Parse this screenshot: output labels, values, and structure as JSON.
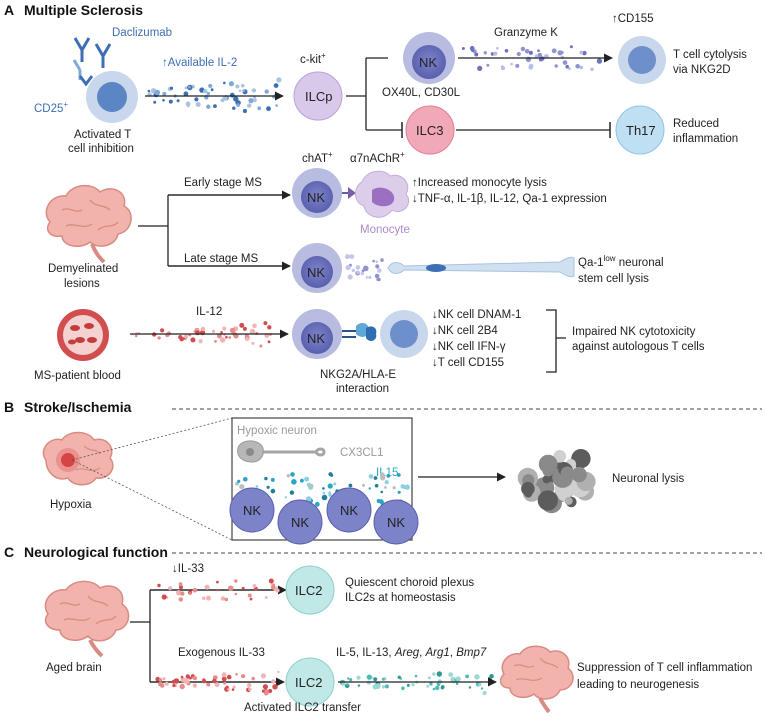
{
  "sections": {
    "a": {
      "letter": "A",
      "title": "Multiple Sclerosis"
    },
    "b": {
      "letter": "B",
      "title": "Stroke/Ischemia"
    },
    "c": {
      "letter": "C",
      "title": "Neurological function"
    }
  },
  "panel_a": {
    "daclizumab": "Daclizumab",
    "cd25": "CD25",
    "cd25_sup": "+",
    "activated_t_1": "Activated T",
    "activated_t_2": "cell inhibition",
    "available_il2": "↑Available IL-2",
    "ckit": "c-kit",
    "ckit_sup": "+",
    "ilcp": "ILCp",
    "nk": "NK",
    "granzyme": "Granzyme K",
    "cd155_up": "↑CD155",
    "cytolysis_1": "T cell cytolysis",
    "cytolysis_2": "via NKG2D",
    "ox40l": "OX40L, CD30L",
    "ilc3": "ILC3",
    "th17": "Th17",
    "reduced_1": "Reduced",
    "reduced_2": "inflammation",
    "chat": "chAT",
    "chat_sup": "+",
    "a7": "α7nAChR",
    "a7_sup": "+",
    "early": "Early stage MS",
    "late": "Late stage MS",
    "monocyte": "Monocyte",
    "mono_lysis": "↑Increased monocyte lysis",
    "tnf": "↓TNF-α, IL-1β, IL-12, Qa-1 expression",
    "demyel_1": "Demyelinated",
    "demyel_2": "lesions",
    "qa1_pre": "Qa-1",
    "qa1_sup": "low",
    "qa1_post": " neuronal",
    "stem": "stem cell lysis",
    "il12": "IL-12",
    "ms_blood": "MS-patient blood",
    "nkg2a_1": "NKG2A/HLA-E",
    "nkg2a_2": "interaction",
    "dnam": "↓NK cell DNAM-1",
    "b4": "↓NK cell 2B4",
    "ifn": "↓NK cell IFN-γ",
    "tcd155": "↓T cell CD155",
    "impaired_1": "Impaired NK cytotoxicity",
    "impaired_2": "against autologous T cells"
  },
  "panel_b": {
    "hypoxic": "Hypoxic neuron",
    "cx3cl1": "CX3CL1",
    "il15": "IL15",
    "nk": "NK",
    "hypoxia": "Hypoxia",
    "neuronal_lysis": "Neuronal lysis"
  },
  "panel_c": {
    "il33_down": "↓IL-33",
    "ilc2": "ILC2",
    "quiescent_1": "Quiescent choroid plexus",
    "quiescent_2": "ILC2s at homeostasis",
    "aged": "Aged brain",
    "exogenous": "Exogenous IL-33",
    "il5_pre": "IL-5, IL-13, ",
    "areg": "Areg",
    "arg1": "Arg1",
    "bmp7": "Bmp7",
    "comma": ", ",
    "activated_ilc2": "Activated ILC2 transfer",
    "suppression_1": "Suppression of T cell inflammation",
    "suppression_2": "leading to neurogenesis"
  }
}
